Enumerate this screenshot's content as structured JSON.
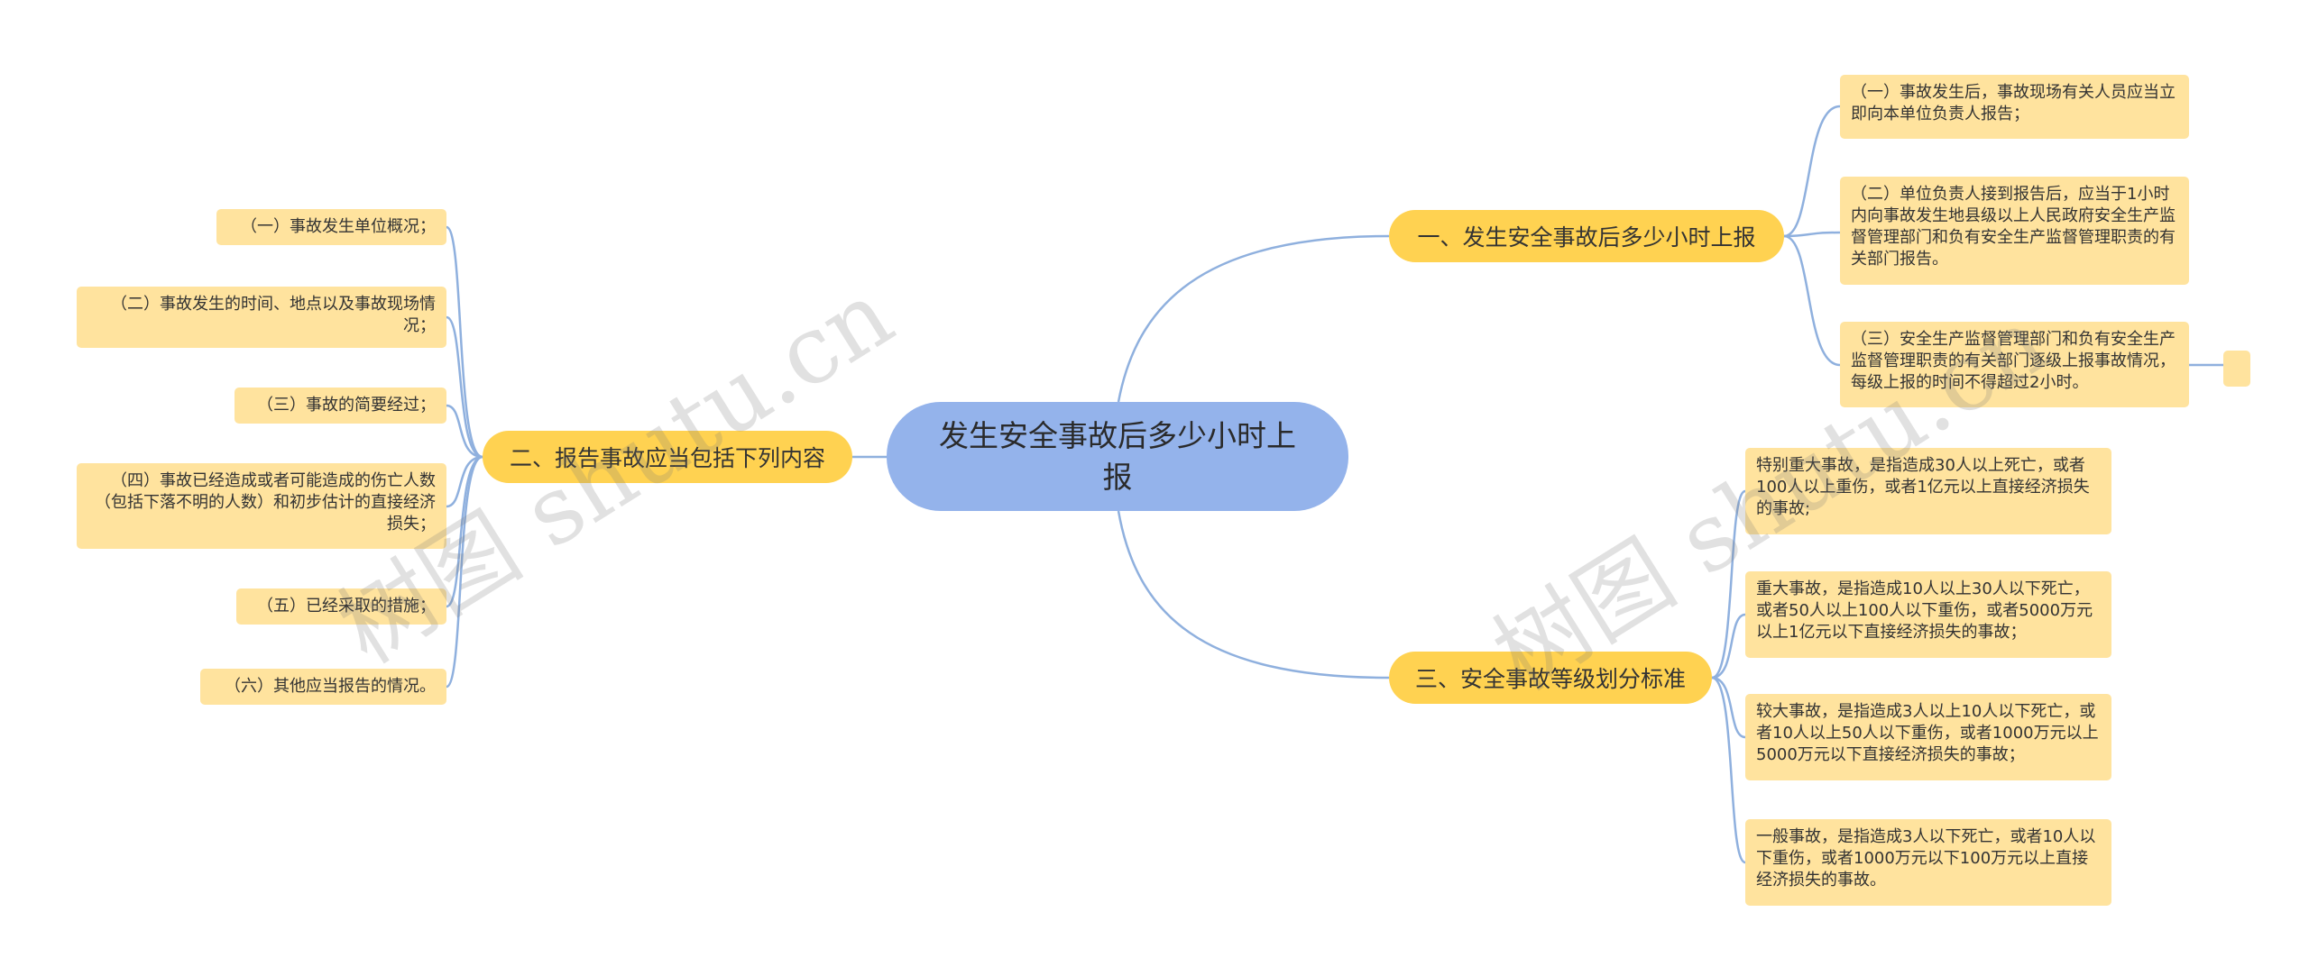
{
  "root": {
    "title": "发生安全事故后多少小时上报"
  },
  "branches": {
    "b1": {
      "label": "一、发生安全事故后多少小时上报",
      "items": [
        "（一）事故发生后，事故现场有关人员应当立即向本单位负责人报告；",
        "（二）单位负责人接到报告后，应当于1小时内向事故发生地县级以上人民政府安全生产监督管理部门和负有安全生产监督管理职责的有关部门报告。",
        "（三）安全生产监督管理部门和负有安全生产监督管理职责的有关部门逐级上报事故情况，每级上报的时间不得超过2小时。"
      ]
    },
    "b2": {
      "label": "二、报告事故应当包括下列内容",
      "items": [
        "（一）事故发生单位概况；",
        "（二）事故发生的时间、地点以及事故现场情况；",
        "（三）事故的简要经过；",
        "（四）事故已经造成或者可能造成的伤亡人数（包括下落不明的人数）和初步估计的直接经济损失；",
        "（五）已经采取的措施；",
        "（六）其他应当报告的情况。"
      ]
    },
    "b3": {
      "label": "三、安全事故等级划分标准",
      "items": [
        "特别重大事故，是指造成30人以上死亡，或者100人以上重伤，或者1亿元以上直接经济损失的事故;",
        "重大事故，是指造成10人以上30人以下死亡，或者50人以上100人以下重伤，或者5000万元以上1亿元以下直接经济损失的事故；",
        "较大事故，是指造成3人以上10人以下死亡，或者10人以上50人以下重伤，或者1000万元以上5000万元以下直接经济损失的事故；",
        "一般事故，是指造成3人以下死亡，或者10人以下重伤，或者1000万元以下100万元以上直接经济损失的事故。"
      ]
    }
  },
  "watermark": [
    "树图 shutu.cn",
    "树图 shutu.cn"
  ],
  "colors": {
    "root_fill": "#94b3eb",
    "branch_fill": "#ffd251",
    "leaf_fill": "#ffe39e",
    "connector": "#8fb0de"
  }
}
